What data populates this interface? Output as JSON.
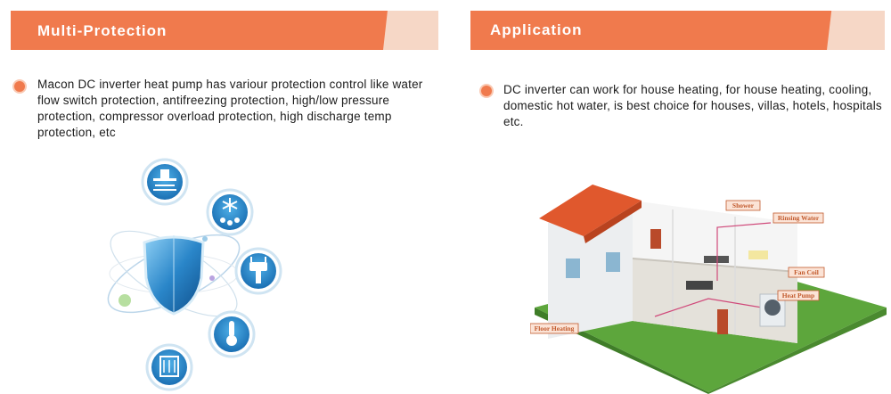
{
  "left": {
    "banner_title": "Multi-Protection",
    "description": "Macon DC inverter heat pump has variour protection control like water flow switch protection, antifreezing protection, high/low pressure protection, compressor overload protection, high discharge temp protection, etc",
    "icons": [
      "water-flow-switch-icon",
      "antifreeze-icon",
      "pressure-gauge-icon",
      "thermometer-icon",
      "compressor-icon"
    ]
  },
  "right": {
    "banner_title": "Application",
    "description": "DC inverter can work for house heating, for house heating, cooling, domestic hot water, is best choice for houses, villas, hotels, hospitals etc.",
    "labels": {
      "shower": "Shower",
      "rinsing_water": "Rinsing Water",
      "fan_coil": "Fan Coil",
      "heat_pump": "Heat Pump",
      "floor_heating": "Floor Heating"
    }
  },
  "colors": {
    "accent": "#f07a4d",
    "accent_light": "#f6d7c6",
    "icon_blue": "#2a86c9"
  }
}
